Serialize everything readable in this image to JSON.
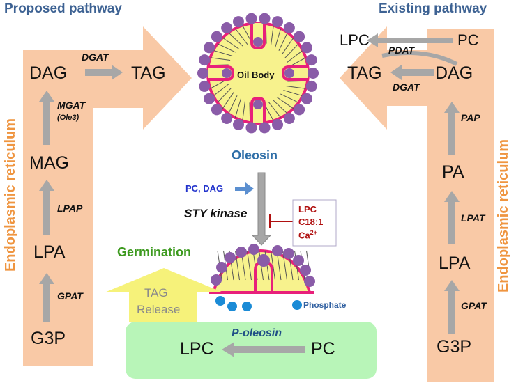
{
  "titles": {
    "proposed": "Proposed pathway",
    "existing": "Existing pathway"
  },
  "er_label": "Endoplasmic reticulum",
  "proposed": {
    "metabolites": {
      "dag": "DAG",
      "tag": "TAG",
      "mag": "MAG",
      "lpa": "LPA",
      "g3p": "G3P"
    },
    "enzymes": {
      "dgat": "DGAT",
      "mgat": "MGAT",
      "mgat_note": "(Ole3)",
      "lpap": "LPAP",
      "gpat": "GPAT"
    }
  },
  "existing": {
    "metabolites": {
      "lpc": "LPC",
      "pc": "PC",
      "tag": "TAG",
      "dag": "DAG",
      "pa": "PA",
      "lpa": "LPA",
      "g3p": "G3P"
    },
    "enzymes": {
      "pdat": "PDAT",
      "dgat": "DGAT",
      "pap": "PAP",
      "lpat": "LPAT",
      "gpat": "GPAT"
    }
  },
  "center": {
    "oil_body": "Oil Body",
    "oleosin": "Oleosin",
    "activators": "PC, DAG",
    "kinase": "STY kinase",
    "inhibitors": {
      "line1": "LPC",
      "line2": "C18:1",
      "line3": "Ca",
      "line3_sup": "2+"
    },
    "germination": "Germination",
    "tag_release": {
      "line1": "TAG",
      "line2": "Release"
    },
    "phosphate": "Phosphate"
  },
  "bottom": {
    "lpc": "LPC",
    "p_oleosin": "P-oleosin",
    "pc": "PC"
  },
  "colors": {
    "er": "#f9c9a6",
    "er_text": "#ef9540",
    "title": "#3d6293",
    "membrane": "#e8207a",
    "bead": "#8a5ca8",
    "core": "#f7f28d",
    "arrow": "#a7a7a7",
    "oleosin": "#2f6fa8",
    "activators": "#2233cc",
    "inhibitor": "#b01010",
    "germination": "#3d9a1f",
    "release_arrow": "#f6f27a",
    "green_box": "#b8f5b8",
    "phosphate": "#1b8bd6",
    "p_oleosin": "#1f4f86"
  }
}
